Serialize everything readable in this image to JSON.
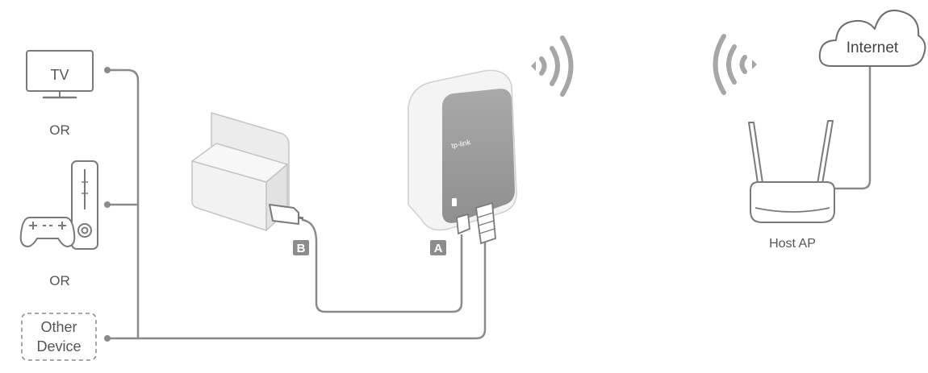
{
  "devices": {
    "tv_label": "TV",
    "or_label_1": "OR",
    "or_label_2": "OR",
    "other_device_line1": "Other",
    "other_device_line2": "Device"
  },
  "ports": {
    "port_a": "A",
    "port_b": "B"
  },
  "router": {
    "brand_mark": "tp-link"
  },
  "host_ap": {
    "label": "Host AP"
  },
  "cloud": {
    "label": "Internet"
  },
  "colors": {
    "line": "#8a8a8a",
    "wifi": "#a6a6a6",
    "badge": "#8c8c8c",
    "device_outline": "#7a7a7a",
    "router_face": "#9b9b9b"
  }
}
